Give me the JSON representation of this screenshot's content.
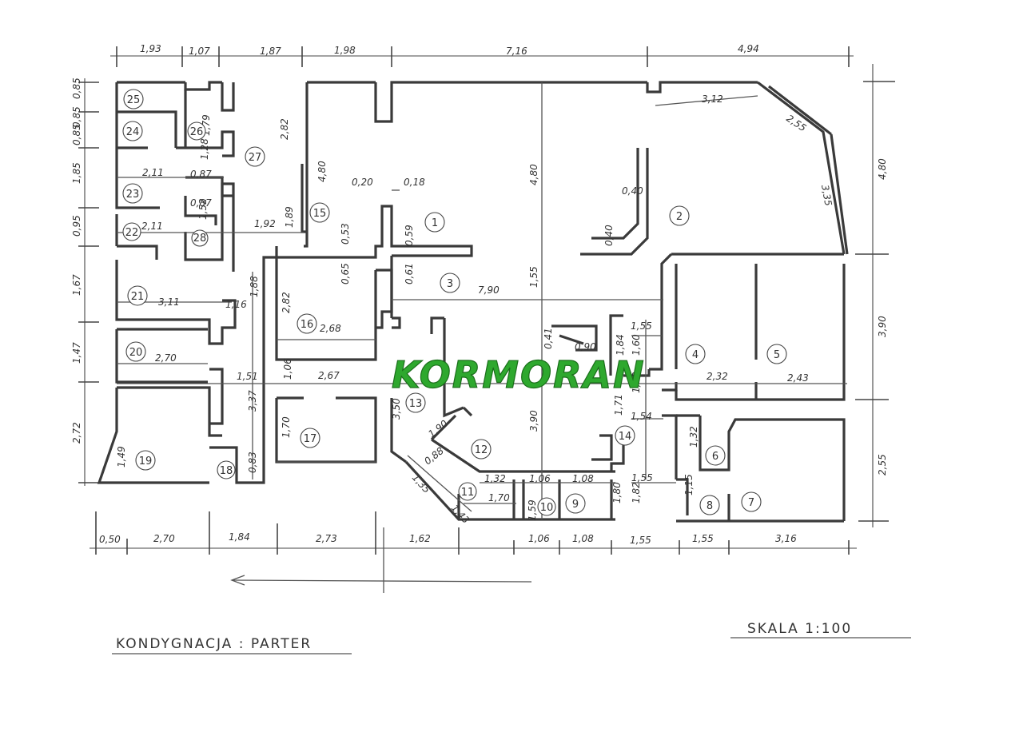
{
  "floor_label": "KONDYGNACJA : PARTER",
  "scale_label": "SKALA 1:100",
  "watermark": "KORMORAN",
  "rooms": [
    "1",
    "2",
    "3",
    "4",
    "5",
    "6",
    "7",
    "8",
    "9",
    "10",
    "11",
    "12",
    "13",
    "14",
    "15",
    "16",
    "17",
    "18",
    "19",
    "20",
    "21",
    "22",
    "23",
    "24",
    "25",
    "26",
    "27",
    "28"
  ],
  "dimensions": {
    "top": [
      "1,93",
      "1,07",
      "1,87",
      "1,98",
      "7,16",
      "4,94"
    ],
    "bottom": [
      "0,50",
      "2,70",
      "1,84",
      "2,73",
      "1,62",
      "1,06",
      "1,08",
      "1,55",
      "1,55",
      "3,16"
    ],
    "left": [
      "0,85",
      "0,85",
      "0,85",
      "1,85",
      "0,95",
      "1,67",
      "1,47",
      "2,72"
    ],
    "right": [
      "4,80",
      "3,90",
      "2,55"
    ],
    "interior": [
      "2,82",
      "4,80",
      "1,79",
      "1,28",
      "2,11",
      "0,87",
      "1,52",
      "2,11",
      "0,87",
      "1,92",
      "1,89",
      "1,88",
      "3,11",
      "1,16",
      "2,82",
      "2,68",
      "2,70",
      "1,51",
      "1,06",
      "2,67",
      "3,37",
      "1,70",
      "0,83",
      "1,49",
      "0,20",
      "0,18",
      "0,53",
      "0,59",
      "0,65",
      "0,61",
      "7,90",
      "4,80",
      "1,55",
      "3,90",
      "3,50",
      "1,90",
      "0,88",
      "1,35",
      "1,43",
      "1,32",
      "1,06",
      "1,08",
      "1,70",
      "1,59",
      "1,80",
      "1,82",
      "1,55",
      "0,90",
      "0,41",
      "1,84",
      "1,60",
      "1,55",
      "1,71",
      "1,73",
      "1,54",
      "3,12",
      "2,55",
      "3,35",
      "0,40",
      "0,40",
      "2,32",
      "2,43",
      "1,32",
      "1,15"
    ]
  }
}
